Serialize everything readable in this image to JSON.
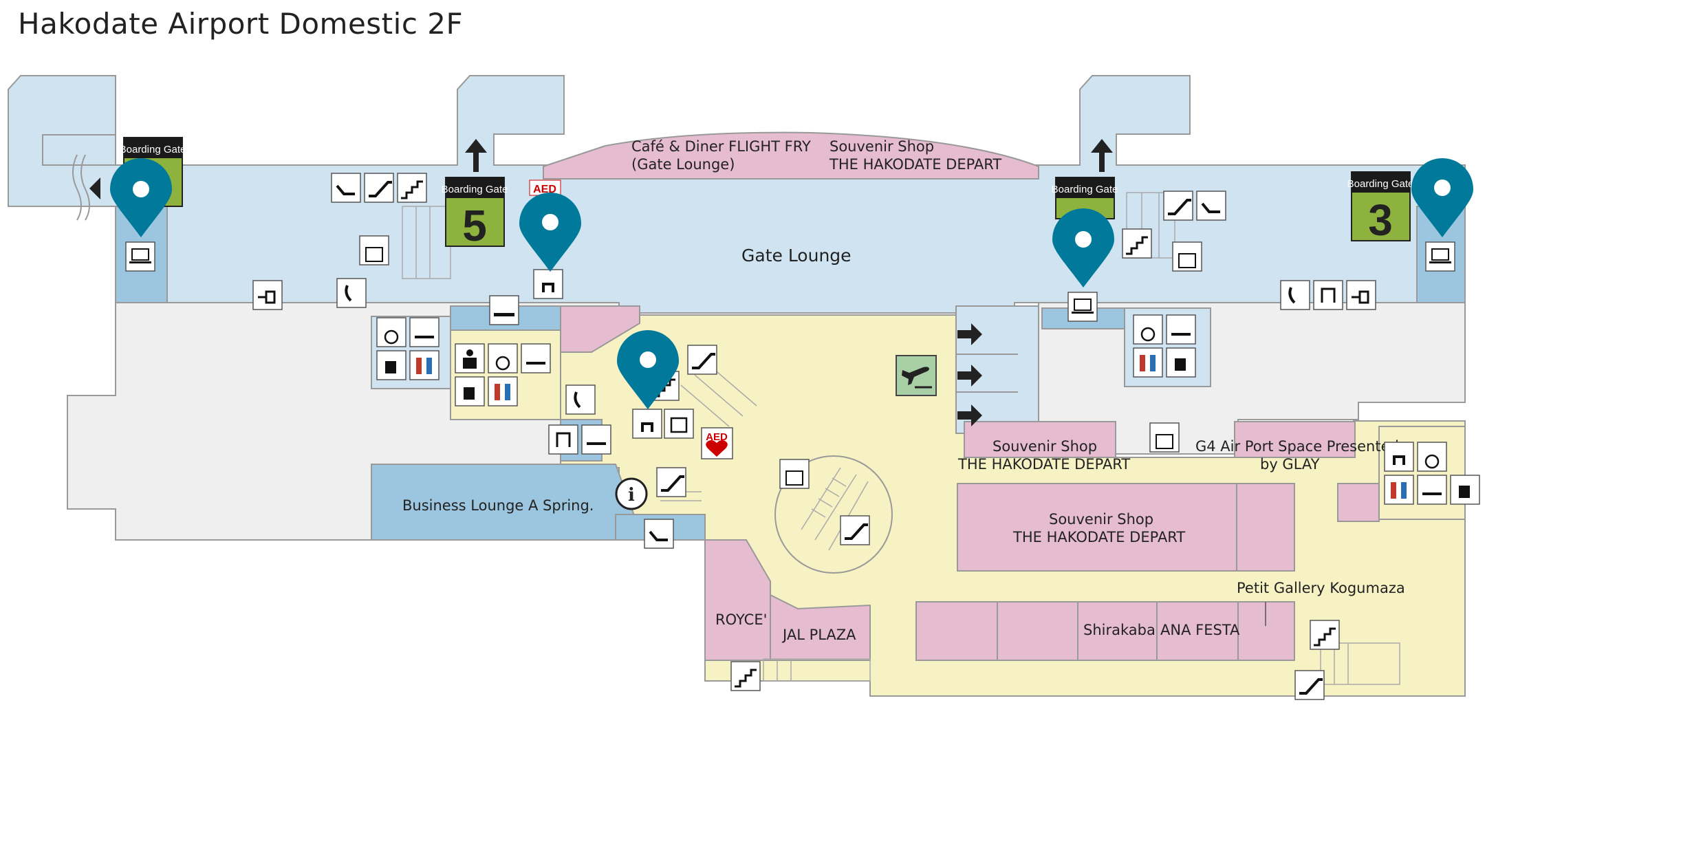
{
  "title": "Hakodate Airport Domestic 2F",
  "labels": {
    "cafe_line1": "Café & Diner FLIGHT FRY",
    "cafe_line2": "(Gate Lounge)",
    "souvenir_top_line1": "Souvenir Shop",
    "souvenir_top_line2": "THE HAKODATE DEPART",
    "gate_lounge": "Gate Lounge",
    "business_lounge": "Business Lounge A Spring.",
    "souvenir_mid_line1": "Souvenir Shop",
    "souvenir_mid_line2": "THE HAKODATE DEPART",
    "g4_line1": "G4 Air Port Space Presented",
    "g4_line2": "by GLAY",
    "souvenir_main_line1": "Souvenir Shop",
    "souvenir_main_line2": "THE HAKODATE DEPART",
    "petit_gallery": "Petit Gallery Kogumaza",
    "royce": "ROYCE'",
    "jal_plaza": "JAL PLAZA",
    "shirakaba": "Shirakaba",
    "ana_festa": "ANA FESTA"
  },
  "gates": [
    {
      "label": "Boarding Gate",
      "number": ""
    },
    {
      "label": "Boarding Gate",
      "number": "5"
    },
    {
      "label": "Boarding Gate",
      "number": ""
    },
    {
      "label": "Boarding Gate",
      "number": "3"
    }
  ],
  "aed": [
    "AED",
    "AED"
  ],
  "icons": [
    "reclining-seat-icon",
    "escalator-down-icon",
    "stairs-icon",
    "elevator-icon",
    "power-outlet-icon",
    "telephone-icon",
    "smoking-room-icon",
    "wheelchair-icon",
    "baby-changing-icon",
    "family-toilet-icon",
    "restroom-icon",
    "ostomate-icon",
    "nursing-room-icon",
    "laptop-icon",
    "info-icon",
    "departure-icon",
    "water-fountain-icon",
    "massage-chair-icon",
    "locker-icon",
    "escalator-up-icon"
  ],
  "colors": {
    "gate_area": "#cfe3f0",
    "landside": "#efefef",
    "shop": "#e6bcd0",
    "public_area": "#f6f2c3",
    "lounge": "#9cc6df",
    "gate_badge": "#8db23d",
    "pin": "#00799b"
  }
}
